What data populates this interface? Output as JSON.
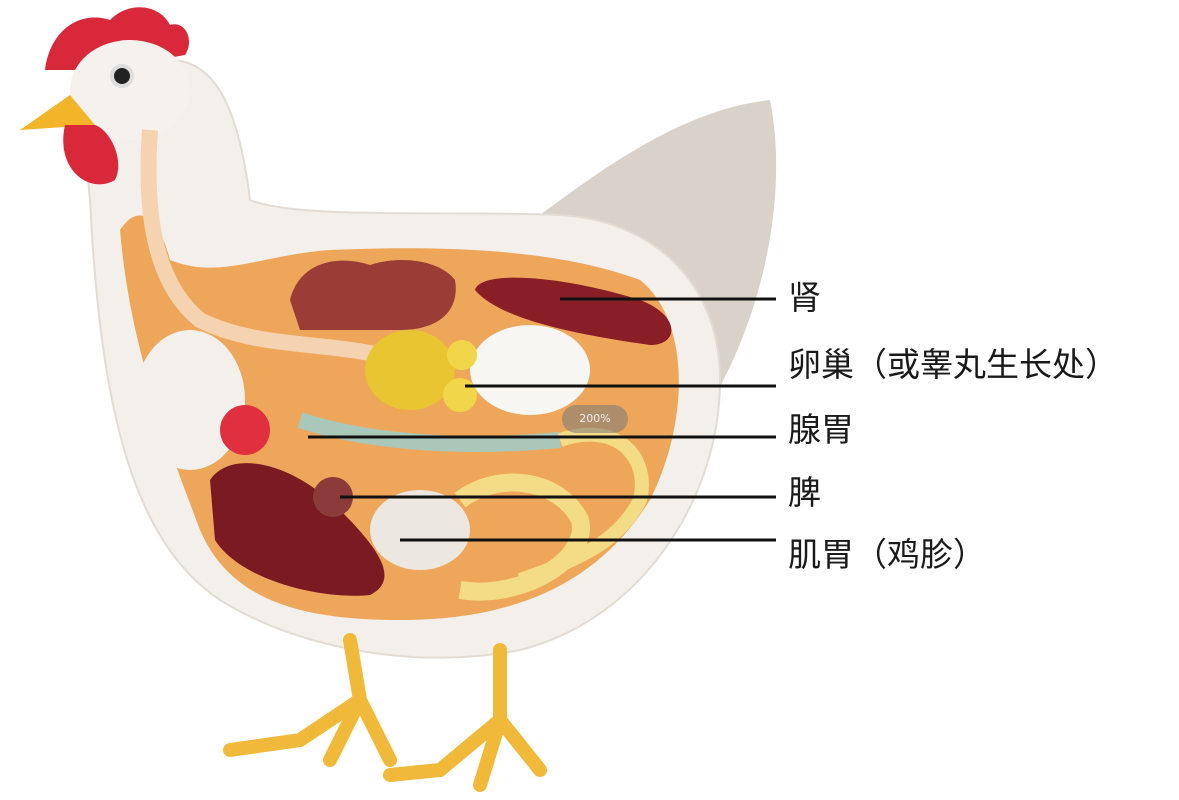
{
  "labels": [
    {
      "text": "肾"
    },
    {
      "text": "卵巢（或睾丸生长处）"
    },
    {
      "text": "腺胃"
    },
    {
      "text": "脾"
    },
    {
      "text": "肌胃（鸡胗）"
    }
  ],
  "zoom_indicator": "200%",
  "colors": {
    "body": "#f3efea",
    "tail": "#d6d0c8",
    "cavity": "#eea75a",
    "comb": "#d8283a",
    "beak": "#f2b52a",
    "liver": "#7a1a22",
    "kidney": "#8a1e26",
    "yolk": "#e8c531",
    "leader_line": "#111111"
  }
}
